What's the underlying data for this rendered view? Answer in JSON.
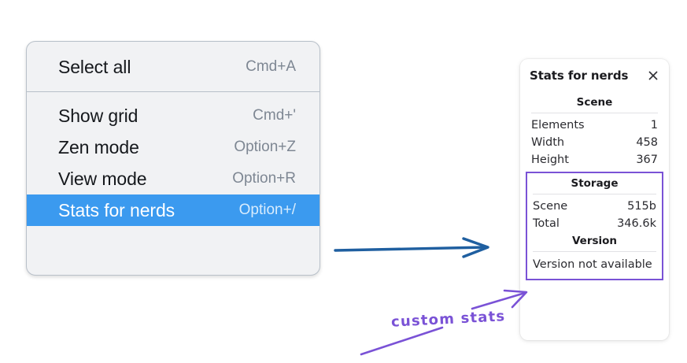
{
  "context_menu": {
    "groups": [
      {
        "items": [
          {
            "label": "Select all",
            "shortcut": "Cmd+A",
            "selected": false
          }
        ]
      },
      {
        "items": [
          {
            "label": "Show grid",
            "shortcut": "Cmd+'",
            "selected": false
          },
          {
            "label": "Zen mode",
            "shortcut": "Option+Z",
            "selected": false
          },
          {
            "label": "View mode",
            "shortcut": "Option+R",
            "selected": false
          },
          {
            "label": "Stats for nerds",
            "shortcut": "Option+/",
            "selected": true
          }
        ]
      }
    ],
    "highlight_color": "#3b9aef"
  },
  "stats_panel": {
    "title": "Stats for nerds",
    "close_icon": "close-icon",
    "sections": [
      {
        "heading": "Scene",
        "rows": [
          {
            "label": "Elements",
            "value": "1"
          },
          {
            "label": "Width",
            "value": "458"
          },
          {
            "label": "Height",
            "value": "367"
          }
        ]
      },
      {
        "heading": "Storage",
        "rows": [
          {
            "label": "Scene",
            "value": "515b"
          },
          {
            "label": "Total",
            "value": "346.6k"
          }
        ]
      },
      {
        "heading": "Version",
        "plain_rows": [
          "Version not available"
        ]
      }
    ]
  },
  "annotations": {
    "handwritten_note": "custom stats",
    "note_color": "#7a52d6",
    "flow_arrow_color": "#1f5fa0"
  }
}
